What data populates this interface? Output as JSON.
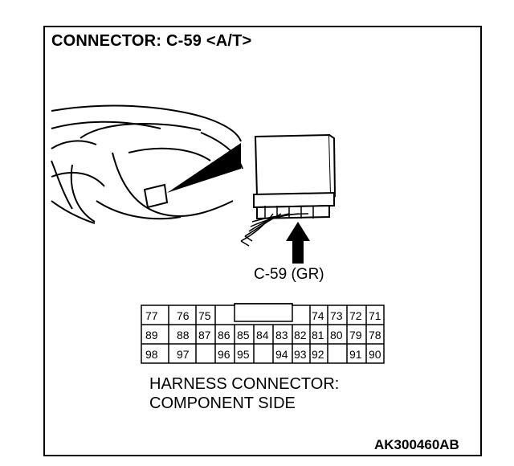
{
  "title": "CONNECTOR: C-59 <A/T>",
  "connector_label": "C-59 (GR)",
  "caption": {
    "line1": "HARNESS CONNECTOR:",
    "line2": "COMPONENT SIDE"
  },
  "figure_code": "AK300460AB",
  "pins": {
    "row1_left": [
      "77",
      "76",
      "75"
    ],
    "row1_right": [
      "74",
      "73",
      "72",
      "71"
    ],
    "row2": [
      "89",
      "88",
      "87",
      "86",
      "85",
      "84",
      "83",
      "82",
      "81",
      "80",
      "79",
      "78"
    ],
    "row3_left": [
      "98",
      "97"
    ],
    "row3_mid1": [
      "96",
      "95"
    ],
    "row3_mid2": [
      "94",
      "93",
      "92"
    ],
    "row3_right": [
      "91",
      "90"
    ]
  }
}
